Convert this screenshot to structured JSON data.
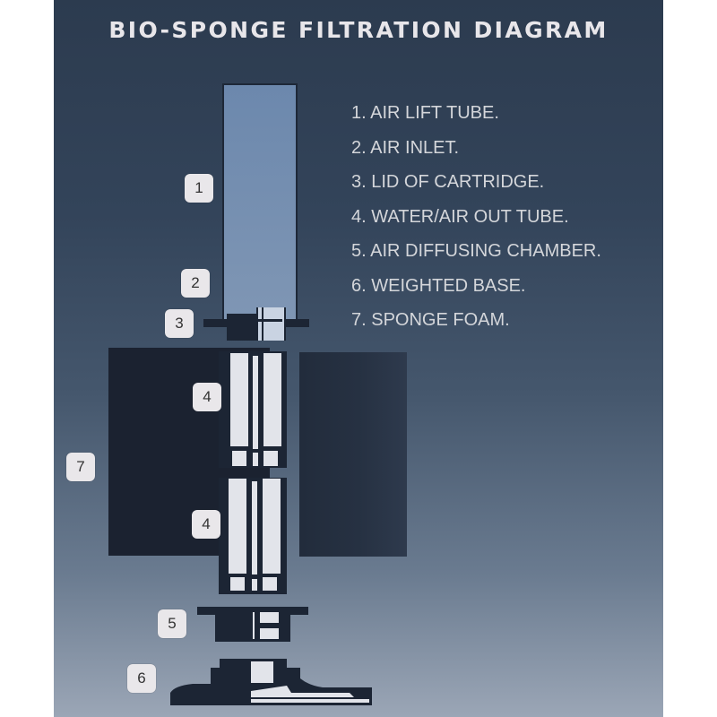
{
  "title": "BIO-SPONGE FILTRATION DIAGRAM",
  "legend": [
    {
      "number": "1",
      "label": "1. AIR LIFT TUBE."
    },
    {
      "number": "2",
      "label": "2. AIR INLET."
    },
    {
      "number": "3",
      "label": "3. LID OF CARTRIDGE."
    },
    {
      "number": "4",
      "label": "4. WATER/AIR OUT TUBE."
    },
    {
      "number": "5",
      "label": "5. AIR DIFFUSING CHAMBER."
    },
    {
      "number": "6",
      "label": "6. WEIGHTED BASE."
    },
    {
      "number": "7",
      "label": "7. SPONGE FOAM."
    }
  ],
  "callouts": {
    "c1": "1",
    "c2": "2",
    "c3": "3",
    "c4a": "4",
    "c4b": "4",
    "c5": "5",
    "c6": "6",
    "c7": "7"
  },
  "colors": {
    "background_top": "#2c3b4f",
    "background_bottom": "#9ba6b6",
    "tube": "#6f8aad",
    "dark_part": "#1c2534",
    "light_part": "#e2e4ea",
    "text": "#d4d6da"
  }
}
